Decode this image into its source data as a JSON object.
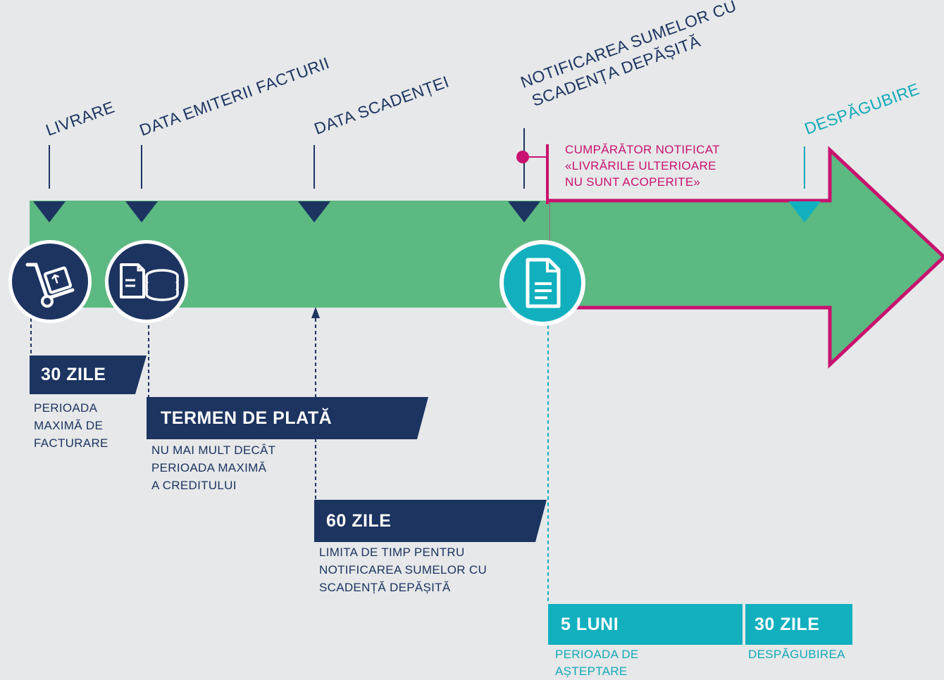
{
  "milestones": {
    "delivery": "LIVRARE",
    "invoice_date": "DATA EMITERII FACTURII",
    "due_date": "DATA SCADENȚEI",
    "overdue_notice_line1": "NOTIFICAREA SUMELOR CU",
    "overdue_notice_line2": "SCADENȚA DEPĂȘITĂ",
    "compensation": "DESPĂGUBIRE"
  },
  "buyer_notice": {
    "line1": "CUMPĂRĂTOR NOTIFICAT",
    "line2": "«LIVRĂRILE ULTERIOARE",
    "line3": "NU SUNT ACOPERITE»"
  },
  "periods": {
    "invoicing": {
      "label": "30 ZILE",
      "desc_line1": "PERIOADA",
      "desc_line2": "MAXIMĂ DE",
      "desc_line3": "FACTURARE"
    },
    "payment_term": {
      "label": "TERMEN DE PLATĂ",
      "desc_line1": "NU MAI MULT DECÂT",
      "desc_line2": "PERIOADA MAXIMĂ",
      "desc_line3": "A CREDITULUI"
    },
    "notification_limit": {
      "label": "60 ZILE",
      "desc_line1": "LIMITA DE TIMP PENTRU",
      "desc_line2": "NOTIFICAREA SUMELOR CU",
      "desc_line3": "SCADENȚĂ DEPĂȘITĂ"
    },
    "waiting": {
      "label": "5 LUNI",
      "desc_line1": "PERIOADA DE",
      "desc_line2": "AȘTEPTARE"
    },
    "indemnity": {
      "label": "30 ZILE",
      "desc_line1": "DESPĂGUBIREA"
    }
  },
  "icons": {
    "delivery": "hand-truck-icon",
    "invoice": "document-coins-icon",
    "notice": "document-icon"
  },
  "colors": {
    "background": "#e6e8e9",
    "bar_green": "#5cb982",
    "navy": "#1d3461",
    "teal": "#12b0bf",
    "pink": "#c8126f"
  }
}
